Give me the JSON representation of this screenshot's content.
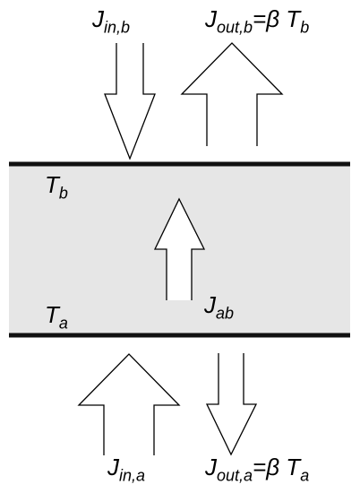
{
  "colors": {
    "slab_fill": "#e6e6e6",
    "boundary": "#111111",
    "arrow_stroke": "#000000",
    "arrow_fill": "#ffffff"
  },
  "labels": {
    "j_in_b": {
      "main": "J",
      "sub": "in,b"
    },
    "j_out_b": {
      "main": "J",
      "sub": "out,b",
      "rest": "=β T",
      "rest_sub": "b"
    },
    "t_b": {
      "main": "T",
      "sub": "b"
    },
    "t_a": {
      "main": "T",
      "sub": "a"
    },
    "j_ab": {
      "main": "J",
      "sub": "ab"
    },
    "j_in_a": {
      "main": "J",
      "sub": "in,a"
    },
    "j_out_a": {
      "main": "J",
      "sub": "out,a",
      "rest": "=β T",
      "rest_sub": "a"
    }
  }
}
